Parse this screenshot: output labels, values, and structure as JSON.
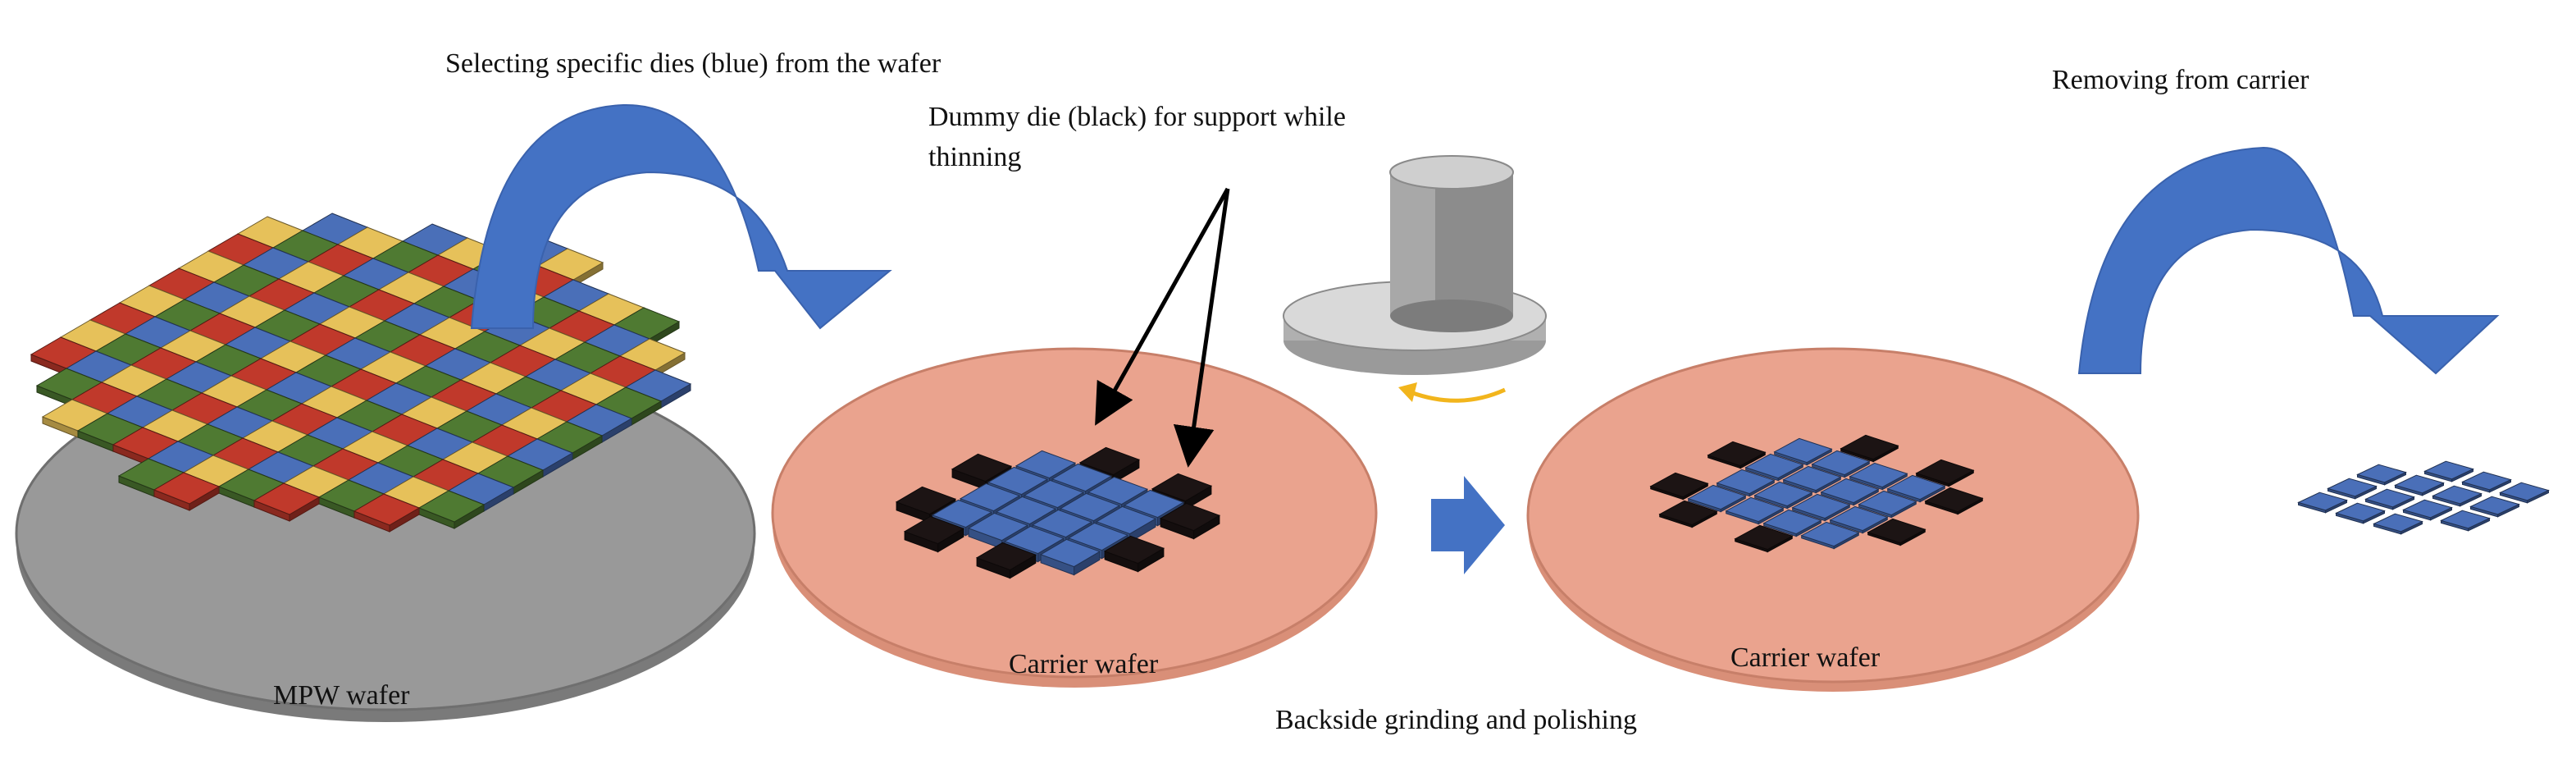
{
  "labels": {
    "select_dies": "Selecting specific dies (blue) from the wafer",
    "dummy_die_line1": "Dummy die (black) for support while",
    "dummy_die_line2": "thinning",
    "removing": "Removing from carrier",
    "mpw_wafer": "MPW wafer",
    "carrier_wafer_1": "Carrier wafer",
    "carrier_wafer_2": "Carrier wafer",
    "grinding": "Backside grinding and polishing"
  },
  "colors": {
    "die_red": "#c0392b",
    "die_blue": "#4a6fb8",
    "die_green": "#4f7a32",
    "die_yellow": "#e6c15a",
    "dummy_black": "#1c1414",
    "carrier": "#e9a18c",
    "mpw_gray": "#8f8f8f",
    "arrow_blue": "#4472c4",
    "rotation_arrow": "#f2b51c"
  },
  "icons": [
    "curved-arrow-icon",
    "right-arrow-icon",
    "grinding-wheel-icon",
    "rotation-arrow-icon",
    "pointer-arrow-icon"
  ]
}
